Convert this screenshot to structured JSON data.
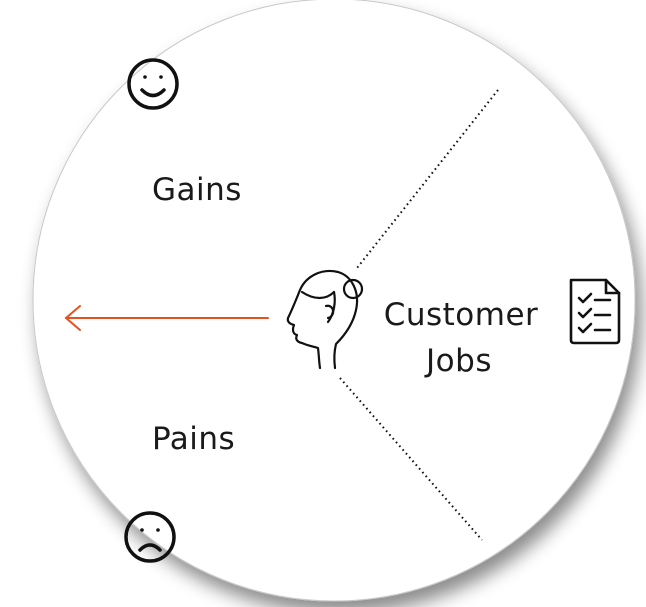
{
  "profile": {
    "gains_label": "Gains",
    "pains_label": "Pains",
    "jobs_label_line1": "Customer",
    "jobs_label_line2": "Jobs"
  },
  "icons": {
    "gains": "smiley-face-icon",
    "pains": "sad-face-icon",
    "customer": "customer-head-icon",
    "jobs": "checklist-document-icon"
  },
  "colors": {
    "arrow": "#e8511f",
    "outline": "#111111",
    "circle_border": "#c8c8c8",
    "text": "#1a1a1a"
  }
}
